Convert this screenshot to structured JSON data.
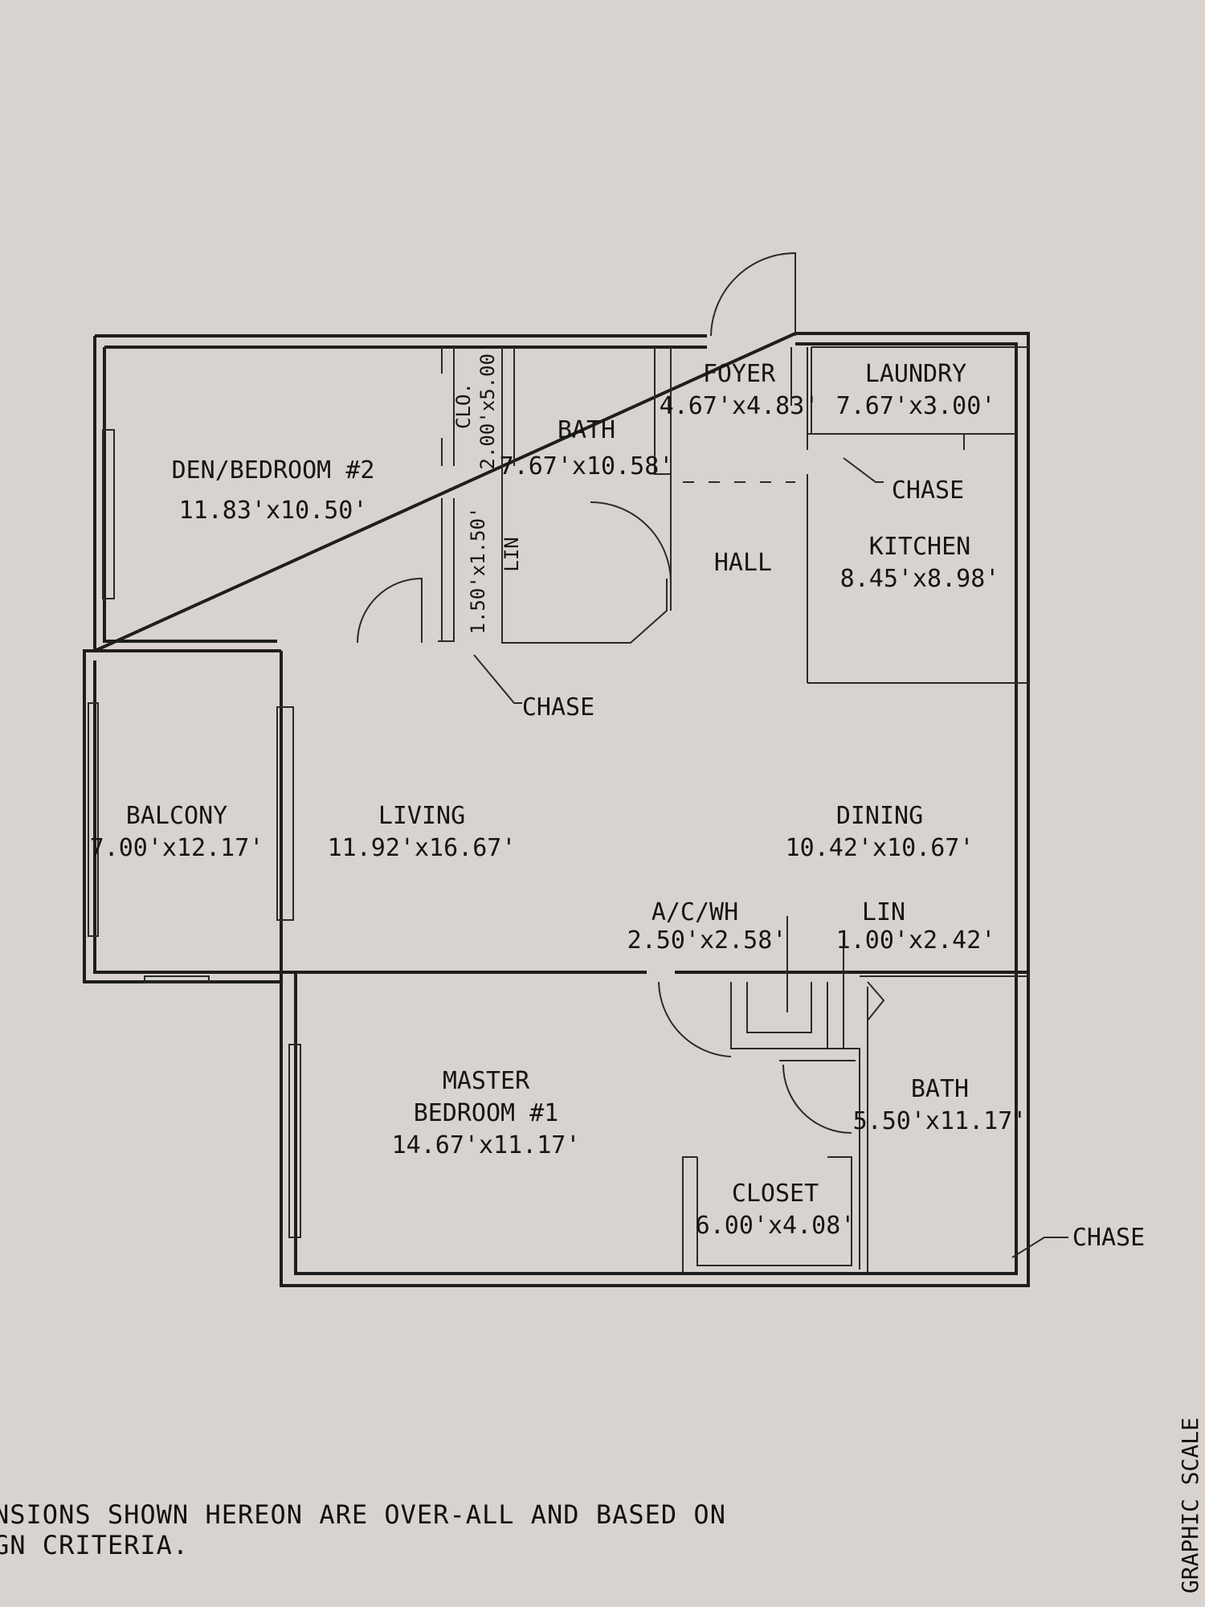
{
  "rooms": {
    "den": {
      "name": "DEN/BEDROOM #2",
      "size": "11.83'x10.50'"
    },
    "clo": {
      "name": "CLO.",
      "size": "2.00'x5.00'"
    },
    "bath1": {
      "name": "BATH",
      "size": "7.67'x10.58'"
    },
    "lin1": {
      "name": "LIN",
      "size": "1.50'x1.50'"
    },
    "foyer": {
      "name": "FOYER",
      "size": "4.67'x4.83'"
    },
    "laundry": {
      "name": "LAUNDRY",
      "size": "7.67'x3.00'"
    },
    "hall": {
      "name": "HALL"
    },
    "kitchen": {
      "name": "KITCHEN",
      "size": "8.45'x8.98'"
    },
    "balcony": {
      "name": "BALCONY",
      "size": "7.00'x12.17'"
    },
    "living": {
      "name": "LIVING",
      "size": "11.92'x16.67'"
    },
    "dining": {
      "name": "DINING",
      "size": "10.42'x10.67'"
    },
    "acwh": {
      "name": "A/C/WH",
      "size": "2.50'x2.58'"
    },
    "lin2": {
      "name": "LIN",
      "size": "1.00'x2.42'"
    },
    "master": {
      "name": "MASTER",
      "name2": "BEDROOM #1",
      "size": "14.67'x11.17'"
    },
    "bath2": {
      "name": "BATH",
      "size": "5.50'x11.17'"
    },
    "closet": {
      "name": "CLOSET",
      "size": "6.00'x4.08'"
    }
  },
  "chase_labels": [
    "CHASE",
    "CHASE",
    "CHASE"
  ],
  "notes": {
    "line1": "NSIONS SHOWN HEREON ARE OVER-ALL AND BASED ON",
    "line2": "GN CRITERIA.",
    "scale": "GRAPHIC SCALE"
  }
}
